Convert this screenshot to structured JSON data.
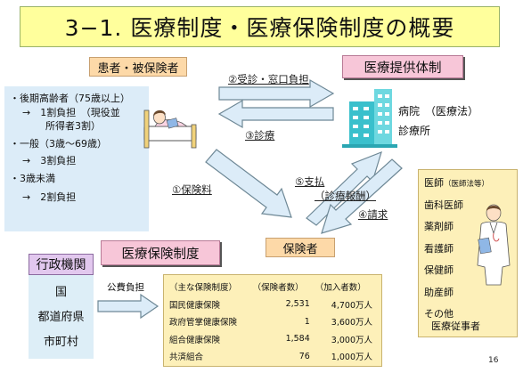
{
  "title": "3−1. 医療制度・医療保険制度の概要",
  "labels": {
    "patient": "患者・被保険者",
    "provider": "医療提供体制",
    "insurance_system": "医療保険制度",
    "government": "行政機関",
    "insurer": "保険者"
  },
  "flows": {
    "f1": "②受診・窓口負担",
    "f2": "③診療",
    "f3": "①保険料",
    "f4": "⑤支払",
    "f5": "（診療報酬）",
    "f6": "④請求",
    "f7": "公費負担"
  },
  "patient_box": {
    "l1": "・後期高齢者（75歳以上）",
    "l2": "→　1割負担　（現役並",
    "l3": "所得者3割）",
    "l4": "・一般（3歳〜69歳）",
    "l5": "→　3割負担",
    "l6": "・3歳未満",
    "l7": "→　2割負担"
  },
  "hospital": {
    "l1": "病院　（医療法）",
    "l2": "診療所"
  },
  "doctors": {
    "d1": "医師",
    "d1_note": "（医師法等）",
    "d2": "歯科医師",
    "d3": "薬剤師",
    "d4": "看護師",
    "d5": "保健師",
    "d6": "助産師",
    "d7": "その他",
    "d8": "医療従事者"
  },
  "government_box": {
    "g1": "国",
    "g2": "都道府県",
    "g3": "市町村"
  },
  "insurance_table": {
    "headers": [
      "（主な保険制度）",
      "（保険者数）",
      "（加入者数）"
    ],
    "rows": [
      [
        "国民健康保険",
        "2,531",
        "4,700万人"
      ],
      [
        "政府管掌健康保険",
        "1",
        "3,600万人"
      ],
      [
        "組合健康保険",
        "1,584",
        "3,000万人"
      ],
      [
        "共済組合",
        "76",
        "1,000万人"
      ]
    ]
  },
  "page_number": "16",
  "colors": {
    "title_bg": "#ffff9c",
    "orange_label": "#fdd9a8",
    "pink_label": "#f7c6d8",
    "purple_label": "#e2c8ee",
    "light_blue_box": "#dcecf8",
    "yellow_box": "#fdf0b9",
    "arrow_fill": "#dcecf8",
    "arrow_stroke": "#6e8896"
  },
  "icons": {
    "patient_illustration": "patient-in-bed-icon",
    "hospital_illustration": "hospital-building-icon",
    "doctor_illustration": "doctor-figure-icon"
  }
}
